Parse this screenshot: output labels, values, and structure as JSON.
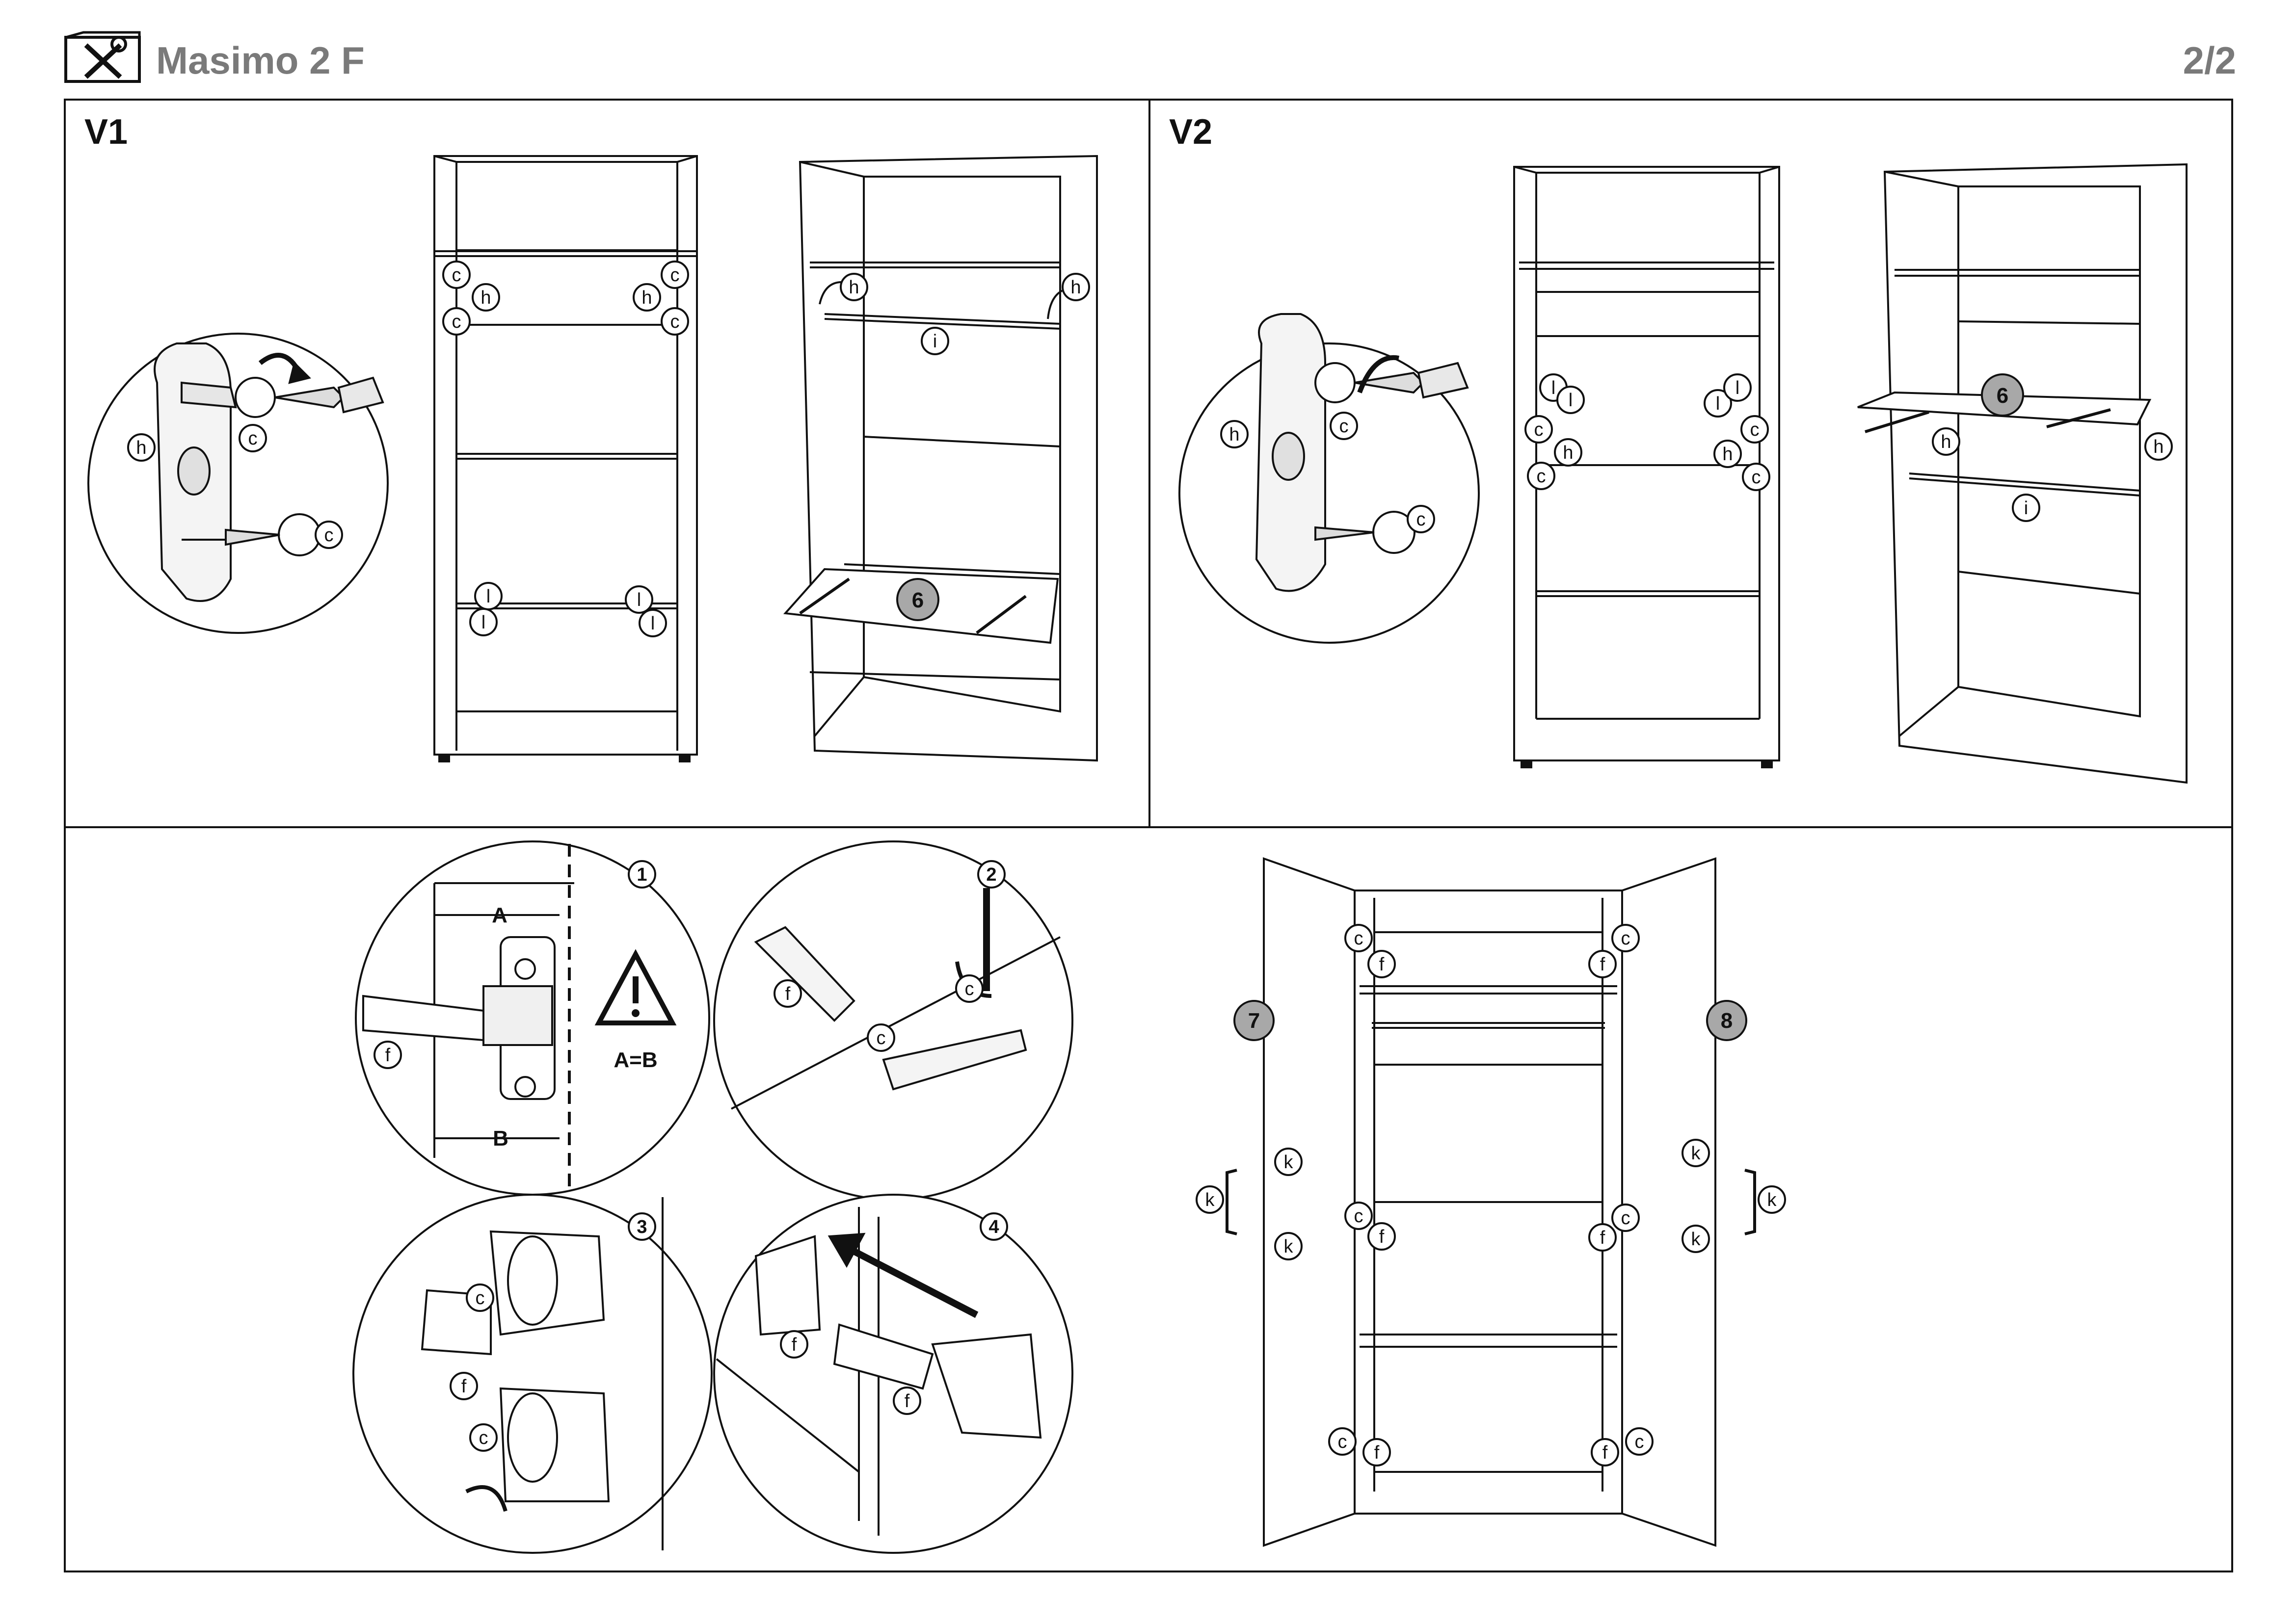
{
  "header": {
    "title": "Masimo 2 F",
    "page": "2/2",
    "icon": "tools-icon"
  },
  "panels": {
    "v1": {
      "label": "V1"
    },
    "v2": {
      "label": "V2"
    }
  },
  "parts": {
    "c": "c",
    "h": "h",
    "i": "i",
    "l": "l",
    "f": "f",
    "k": "k"
  },
  "steps": {
    "shelf_v1": "6",
    "shelf_v2": "6",
    "door_left": "7",
    "door_right": "8",
    "hinge_1": "1",
    "hinge_2": "2",
    "hinge_3": "3",
    "hinge_4": "4"
  },
  "hinge": {
    "dim_a": "A",
    "dim_b": "B",
    "equality": "A=B"
  }
}
